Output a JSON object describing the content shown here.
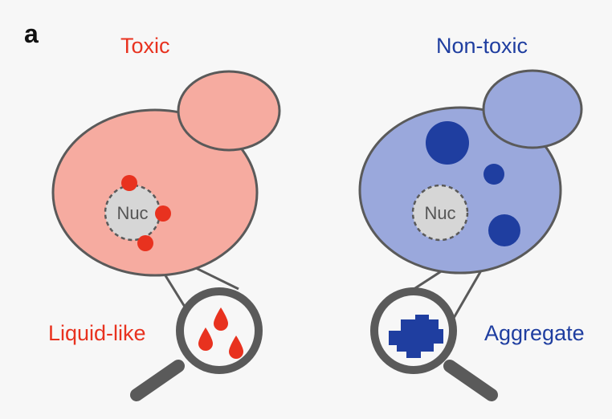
{
  "panel_label": "a",
  "toxic": {
    "title": "Toxic",
    "nucleus_label": "Nuc",
    "zoom_label": "Liquid-like",
    "color": "#e8321f",
    "cell_fill": "#f6aba0"
  },
  "nontoxic": {
    "title": "Non-toxic",
    "nucleus_label": "Nuc",
    "zoom_label": "Aggregate",
    "color": "#1f3ea0",
    "cell_fill": "#9aa8dc"
  },
  "icons": [
    "magnifier-icon",
    "droplet-icon",
    "aggregate-blob-icon"
  ]
}
